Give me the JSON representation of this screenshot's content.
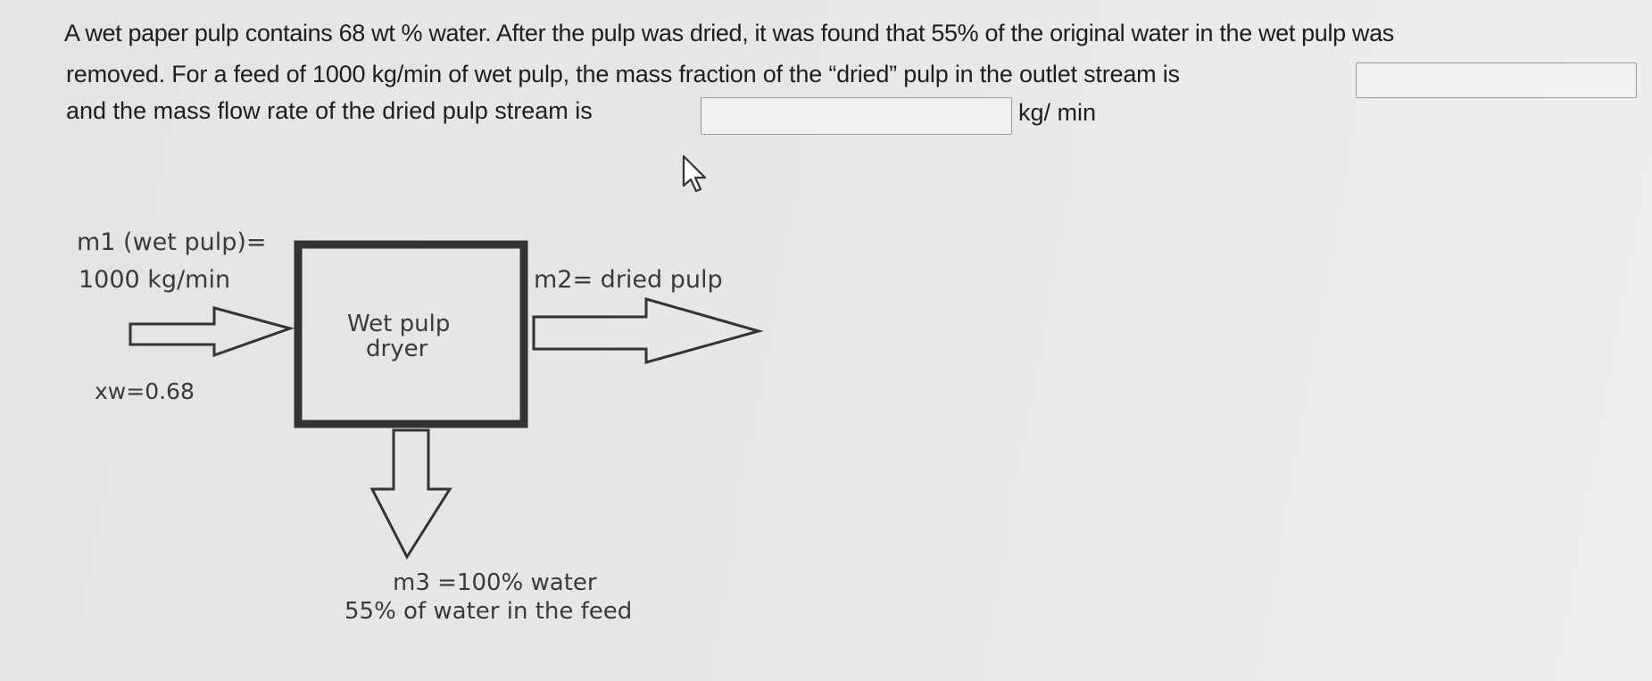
{
  "question": {
    "line1": "A wet paper pulp contains 68 wt % water. After the pulp was dried, it was found that 55% of the original water in the wet pulp was",
    "line2": "removed. For a feed of 1000 kg/min of wet pulp, the mass fraction of the “dried” pulp in the outlet stream is",
    "line3": "and the mass flow rate of the dried pulp stream is",
    "unit": "kg/ min",
    "answer_mass_fraction": "",
    "answer_flow_rate": ""
  },
  "diagram": {
    "feed_label_line1": "m1 (wet pulp)=",
    "feed_label_line2": "1000 kg/min",
    "feed_composition": "xw=0.68",
    "unit_label_line1": "Wet pulp",
    "unit_label_line2": "dryer",
    "product_label": "m2= dried pulp",
    "water_label_line1": "m3 =100% water",
    "water_label_line2": "55% of water in the feed"
  }
}
